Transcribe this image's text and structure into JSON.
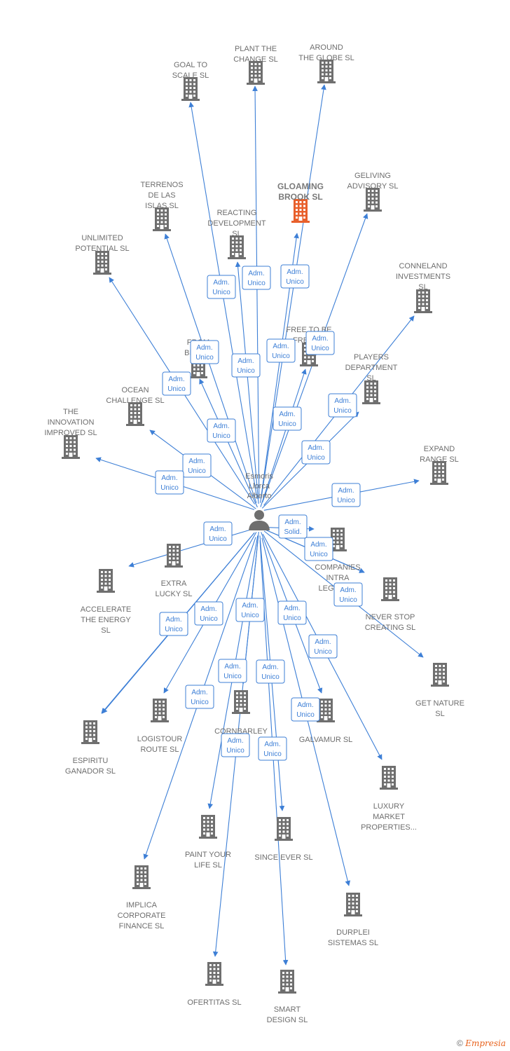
{
  "center": {
    "name_lines": [
      "Esmoris",
      "Llorca",
      "Alberto"
    ],
    "icon": "person-icon"
  },
  "colors": {
    "edge": "#3d7fd6",
    "building": "#6f6f6f",
    "building_highlight": "#e8602c"
  },
  "companies": [
    {
      "id": "goal-to-scale",
      "lines": [
        "GOAL TO",
        "SCALE  SL"
      ]
    },
    {
      "id": "plant-the-change",
      "lines": [
        "PLANT THE",
        "CHANGE  SL"
      ]
    },
    {
      "id": "around-the-globe",
      "lines": [
        "AROUND",
        "THE GLOBE  SL"
      ]
    },
    {
      "id": "terrenos-de-las-islas",
      "lines": [
        "TERRENOS",
        "DE LAS",
        "ISLAS  SL"
      ]
    },
    {
      "id": "gloaming-brook",
      "lines": [
        "GLOAMING",
        "BROOK  SL"
      ],
      "highlight": true
    },
    {
      "id": "geliving-advisory",
      "lines": [
        "GELIVING",
        "ADVISORY  SL"
      ]
    },
    {
      "id": "reacting-development",
      "lines": [
        "REACTING",
        "DEVELOPMENT",
        "SL"
      ]
    },
    {
      "id": "unlimited-potential",
      "lines": [
        "UNLIMITED",
        "POTENTIAL  SL"
      ]
    },
    {
      "id": "conneland-investments",
      "lines": [
        "CONNELAND",
        "INVESTMENTS",
        "SL"
      ]
    },
    {
      "id": "from-below",
      "lines": [
        "FROM",
        "BELOW"
      ]
    },
    {
      "id": "free-to-be-free",
      "lines": [
        "FREE TO BE",
        "FREE SL"
      ]
    },
    {
      "id": "players-department",
      "lines": [
        "PLAYERS",
        "DEPARTMENT",
        "SL"
      ]
    },
    {
      "id": "ocean-challenge",
      "lines": [
        "OCEAN",
        "CHALLENGE  SL"
      ]
    },
    {
      "id": "the-innovation-improved",
      "lines": [
        "THE",
        "INNOVATION",
        "IMPROVED  SL"
      ]
    },
    {
      "id": "expand-range",
      "lines": [
        "EXPAND",
        "RANGE  SL"
      ]
    },
    {
      "id": "extra-lucky",
      "lines": [
        "EXTRA",
        "LUCKY  SL"
      ]
    },
    {
      "id": "companies-intra-legem",
      "lines": [
        "COMPANIES",
        "INTRA",
        "LEGEM SL"
      ]
    },
    {
      "id": "accelerate-the-energy",
      "lines": [
        "ACCELERATE",
        "THE ENERGY",
        "SL"
      ]
    },
    {
      "id": "never-stop-creating",
      "lines": [
        "NEVER STOP",
        "CREATING  SL"
      ]
    },
    {
      "id": "get-nature",
      "lines": [
        "GET NATURE",
        "SL"
      ]
    },
    {
      "id": "logistour-route",
      "lines": [
        "LOGISTOUR",
        "ROUTE  SL"
      ]
    },
    {
      "id": "cornbarley",
      "lines": [
        "CORNBARLEY"
      ]
    },
    {
      "id": "galvamur",
      "lines": [
        "GALVAMUR  SL"
      ]
    },
    {
      "id": "espiritu-ganador",
      "lines": [
        "ESPIRITU",
        "GANADOR SL"
      ]
    },
    {
      "id": "luxury-market-properties",
      "lines": [
        "LUXURY",
        "MARKET",
        "PROPERTIES..."
      ]
    },
    {
      "id": "paint-your-life",
      "lines": [
        "PAINT YOUR",
        "LIFE  SL"
      ]
    },
    {
      "id": "since-ever",
      "lines": [
        "SINCE EVER  SL"
      ]
    },
    {
      "id": "implica-corporate-finance",
      "lines": [
        "IMPLICA",
        "CORPORATE",
        "FINANCE  SL"
      ]
    },
    {
      "id": "durplei-sistemas",
      "lines": [
        "DURPLEI",
        "SISTEMAS  SL"
      ]
    },
    {
      "id": "ofertitas",
      "lines": [
        "OFERTITAS  SL"
      ]
    },
    {
      "id": "smart-design",
      "lines": [
        "SMART",
        "DESIGN  SL"
      ]
    }
  ],
  "relations": [
    {
      "to": "goal-to-scale",
      "lines": [
        "Adm.",
        "Unico"
      ]
    },
    {
      "to": "plant-the-change",
      "lines": [
        "Adm.",
        "Unico"
      ]
    },
    {
      "to": "around-the-globe",
      "lines": [
        "Adm.",
        "Unico"
      ]
    },
    {
      "to": "terrenos-de-las-islas",
      "lines": [
        "Adm.",
        "Unico"
      ]
    },
    {
      "to": "gloaming-brook",
      "lines": [
        "Adm.",
        "Unico"
      ]
    },
    {
      "to": "geliving-advisory",
      "lines": [
        "Adm.",
        "Unico"
      ]
    },
    {
      "to": "reacting-development",
      "lines": [
        "Adm.",
        "Unico"
      ]
    },
    {
      "to": "unlimited-potential",
      "lines": [
        "Adm.",
        "Unico"
      ]
    },
    {
      "to": "conneland-investments",
      "lines": [
        "Adm.",
        "Unico"
      ]
    },
    {
      "to": "from-below",
      "lines": [
        "Adm.",
        "Unico"
      ]
    },
    {
      "to": "free-to-be-free",
      "lines": [
        "Adm.",
        "Unico"
      ]
    },
    {
      "to": "players-department",
      "lines": [
        "Adm.",
        "Unico"
      ]
    },
    {
      "to": "ocean-challenge",
      "lines": [
        "Adm.",
        "Unico"
      ]
    },
    {
      "to": "the-innovation-improved",
      "lines": [
        "Adm.",
        "Unico"
      ]
    },
    {
      "to": "expand-range",
      "lines": [
        "Adm.",
        "Unico"
      ]
    },
    {
      "to": "extra-lucky",
      "lines": [
        "Adm.",
        "Unico"
      ]
    },
    {
      "to": "companies-intra-legem",
      "lines": [
        "Adm.",
        "Solid."
      ]
    },
    {
      "to": "accelerate-the-energy",
      "lines": [
        "Adm.",
        "Unico"
      ]
    },
    {
      "to": "never-stop-creating",
      "lines": [
        "Adm.",
        "Unico"
      ]
    },
    {
      "to": "get-nature",
      "lines": [
        "Adm.",
        "Unico"
      ]
    },
    {
      "to": "logistour-route",
      "lines": [
        "Adm.",
        "Unico"
      ]
    },
    {
      "to": "cornbarley",
      "lines": [
        "Adm.",
        "Unico"
      ]
    },
    {
      "to": "galvamur",
      "lines": [
        "Adm.",
        "Unico"
      ]
    },
    {
      "to": "espiritu-ganador",
      "lines": [
        "Adm.",
        "Unico"
      ]
    },
    {
      "to": "luxury-market-properties",
      "lines": [
        "Adm.",
        "Unico"
      ]
    },
    {
      "to": "paint-your-life",
      "lines": [
        "Adm.",
        "Unico"
      ]
    },
    {
      "to": "since-ever",
      "lines": [
        "Adm.",
        "Unico"
      ]
    },
    {
      "to": "implica-corporate-finance",
      "lines": [
        "Adm.",
        "Unico"
      ]
    },
    {
      "to": "durplei-sistemas",
      "lines": [
        "Adm.",
        "Unico"
      ]
    },
    {
      "to": "ofertitas",
      "lines": [
        "Adm.",
        "Unico"
      ]
    },
    {
      "to": "smart-design",
      "lines": [
        "Adm.",
        "Unico"
      ]
    },
    {
      "to": "companies-intra-legem",
      "lines": [
        "Adm.",
        "Unico"
      ]
    }
  ],
  "footer": {
    "copyright_symbol": "©",
    "brand": "Empresia"
  }
}
